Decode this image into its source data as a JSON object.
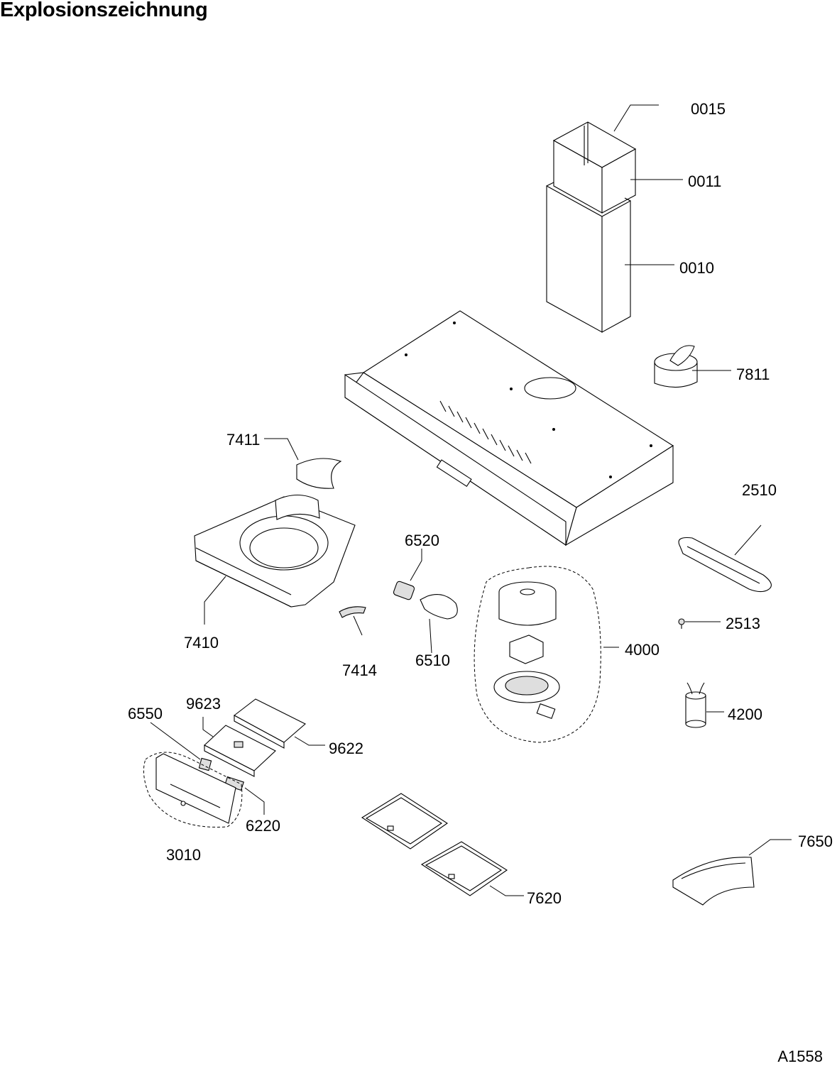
{
  "title": "Explosionszeichnung",
  "drawing_code": "A1558",
  "parts": [
    {
      "id": "0015"
    },
    {
      "id": "0011"
    },
    {
      "id": "0010"
    },
    {
      "id": "7811"
    },
    {
      "id": "7411"
    },
    {
      "id": "2510"
    },
    {
      "id": "6520"
    },
    {
      "id": "7410"
    },
    {
      "id": "2513"
    },
    {
      "id": "4000"
    },
    {
      "id": "6510"
    },
    {
      "id": "7414"
    },
    {
      "id": "9623"
    },
    {
      "id": "6550"
    },
    {
      "id": "4200"
    },
    {
      "id": "9622"
    },
    {
      "id": "6220"
    },
    {
      "id": "3010"
    },
    {
      "id": "7650"
    },
    {
      "id": "7620"
    }
  ]
}
